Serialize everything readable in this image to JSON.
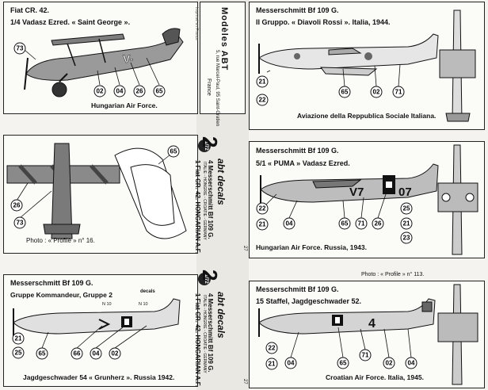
{
  "panels": {
    "p1": {
      "title": "Fiat CR. 42.",
      "subtitle": "1/4 Vadasz Ezred. « Saint George ».",
      "caption": "Hungarian Air Force.",
      "callouts": [
        "73",
        "02",
        "04",
        "26",
        "65"
      ],
      "marking": "V-"
    },
    "p2": {
      "title": "Messerschmitt Bf 109 G.",
      "subtitle": "II Gruppo. « Diavoli Rossi ». Italia, 1944.",
      "caption": "Aviazione della Reppublica Sociale Italiana.",
      "callouts": [
        "21",
        "22",
        "65",
        "02",
        "71"
      ]
    },
    "p3": {
      "caption": "Photo : « Profile » n° 16.",
      "callouts": [
        "65",
        "26",
        "73"
      ]
    },
    "p4": {
      "title": "Messerschmitt Bf 109 G.",
      "subtitle": "5/1 « PUMA » Vadasz Ezred.",
      "caption": "Hungarian Air Force. Russia, 1943.",
      "callouts": [
        "22",
        "21",
        "04",
        "65",
        "71",
        "26",
        "25",
        "21",
        "23"
      ],
      "marking_left": "V7",
      "marking_right": "07"
    },
    "p5": {
      "title": "Messerschmitt Bf 109 G.",
      "subtitle": "Gruppe Kommandeur, Gruppe 2",
      "caption": "Jagdgeschwader 54 « Grunherz ». Russia 1942.",
      "callouts": [
        "21",
        "25",
        "65",
        "66",
        "04",
        "02"
      ],
      "small_left": "N 10",
      "small_right": "N 10",
      "brand_small": "decals"
    },
    "p6": {
      "title": "Messerschmitt Bf 109 G.",
      "subtitle": "15 Staffel, Jagdgeschwader 52.",
      "caption": "Croatian Air Force. Italia, 1945.",
      "callouts": [
        "22",
        "21",
        "04",
        "65",
        "71",
        "02",
        "04"
      ],
      "marking": "4"
    },
    "photo_note": "Photo : « Profile » n° 113."
  },
  "strip_top": {
    "brand": "Modèles ABT",
    "address": "5, rue Marcel-Paul, 95 Saint-Gratien",
    "country": "France",
    "side": "Imprimé en France"
  },
  "strip_mid": {
    "scale": "1/72",
    "number": "2",
    "brand": "abt decals",
    "line1": "4 Messerschmitt Bf 109 G.",
    "line2": "ITALIE - HONGRIE - CROATIE - GERMANY",
    "line3": "1 Fiat CR. 42. HONGARIAN A.F.",
    "tab": "27"
  },
  "strip_bot": {
    "scale": "1/72",
    "number": "2",
    "brand": "abt decals",
    "line1": "4 Messerschmitt Bf 109 G.",
    "line2": "ITALIE - HONGRIE - CROATIE - GERMANY",
    "line3": "1 Fiat CR. 42. HONGARIAN A.F.",
    "tab": "27"
  }
}
